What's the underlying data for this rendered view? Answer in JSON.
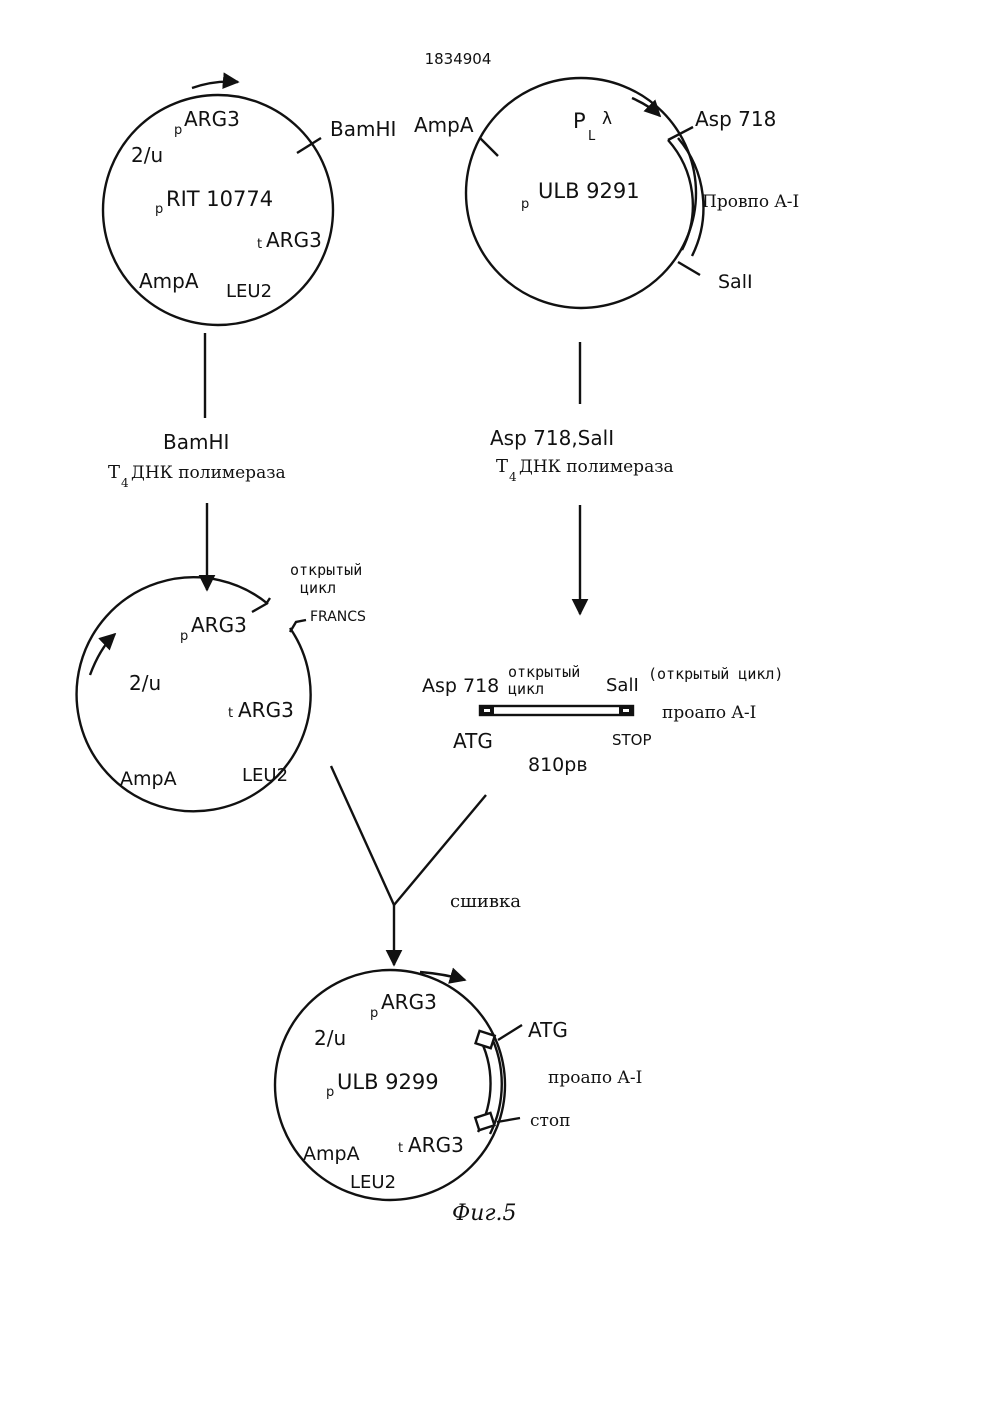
{
  "patent_number": "1834904",
  "figure_caption": "Фиг.5",
  "plasmid_prit10774": {
    "name": "RIT 10774",
    "prefix": "p",
    "labels": {
      "parg3": "ARG3",
      "parg3_prefix": "p",
      "two_micron": "2/ս",
      "targ3": "ARG3",
      "targ3_prefix": "t",
      "ampa": "AmpA",
      "leu2": "LEU2",
      "bamhi": "BamHI"
    }
  },
  "plasmid_pulb9291": {
    "name": "ULB 9291",
    "prefix": "p",
    "labels": {
      "ampa": "AmpA",
      "pl": "P",
      "pl_sub": "L",
      "lambda": "λ",
      "asp718": "Asp 718",
      "proapo": "Провпо A-I",
      "sali": "SalI"
    }
  },
  "step_left": {
    "enzyme": "BamHI",
    "polymerase_prefix": "T",
    "polymerase_sub": "4",
    "polymerase": "ДНК полимераза"
  },
  "step_right": {
    "enzymes": "Asp 718,SalI",
    "polymerase_prefix": "T",
    "polymerase_sub": "4",
    "polymerase": "ДНК полимераза"
  },
  "open_plasmid": {
    "open_cycle_line1": "открытый",
    "open_cycle_line2": "цикл",
    "francs": "FRANCS",
    "parg3": "ARG3",
    "parg3_prefix": "p",
    "two_micron": "2/ս",
    "targ3": "ARG3",
    "targ3_prefix": "t",
    "ampa": "AmpA",
    "leu2": "LEU2"
  },
  "fragment": {
    "asp718": "Asp 718",
    "open_cycle_line1": "открытый",
    "open_cycle_line2": "цикл",
    "sali": "SalI",
    "sali_note": "(открытый цикл)",
    "proapo": "проапо A-I",
    "atg": "ATG",
    "stop": "STOP",
    "length": "810рв"
  },
  "ligation": "сшивка",
  "plasmid_pulb9299": {
    "name": "ULB 9299",
    "prefix": "p",
    "labels": {
      "parg3": "ARG3",
      "parg3_prefix": "p",
      "two_micron": "2/ս",
      "atg": "ATG",
      "proapo": "проапо A-I",
      "stop": "стоп",
      "ampa": "AmpA",
      "targ3": "ARG3",
      "targ3_prefix": "t",
      "leu2": "LEU2"
    }
  }
}
